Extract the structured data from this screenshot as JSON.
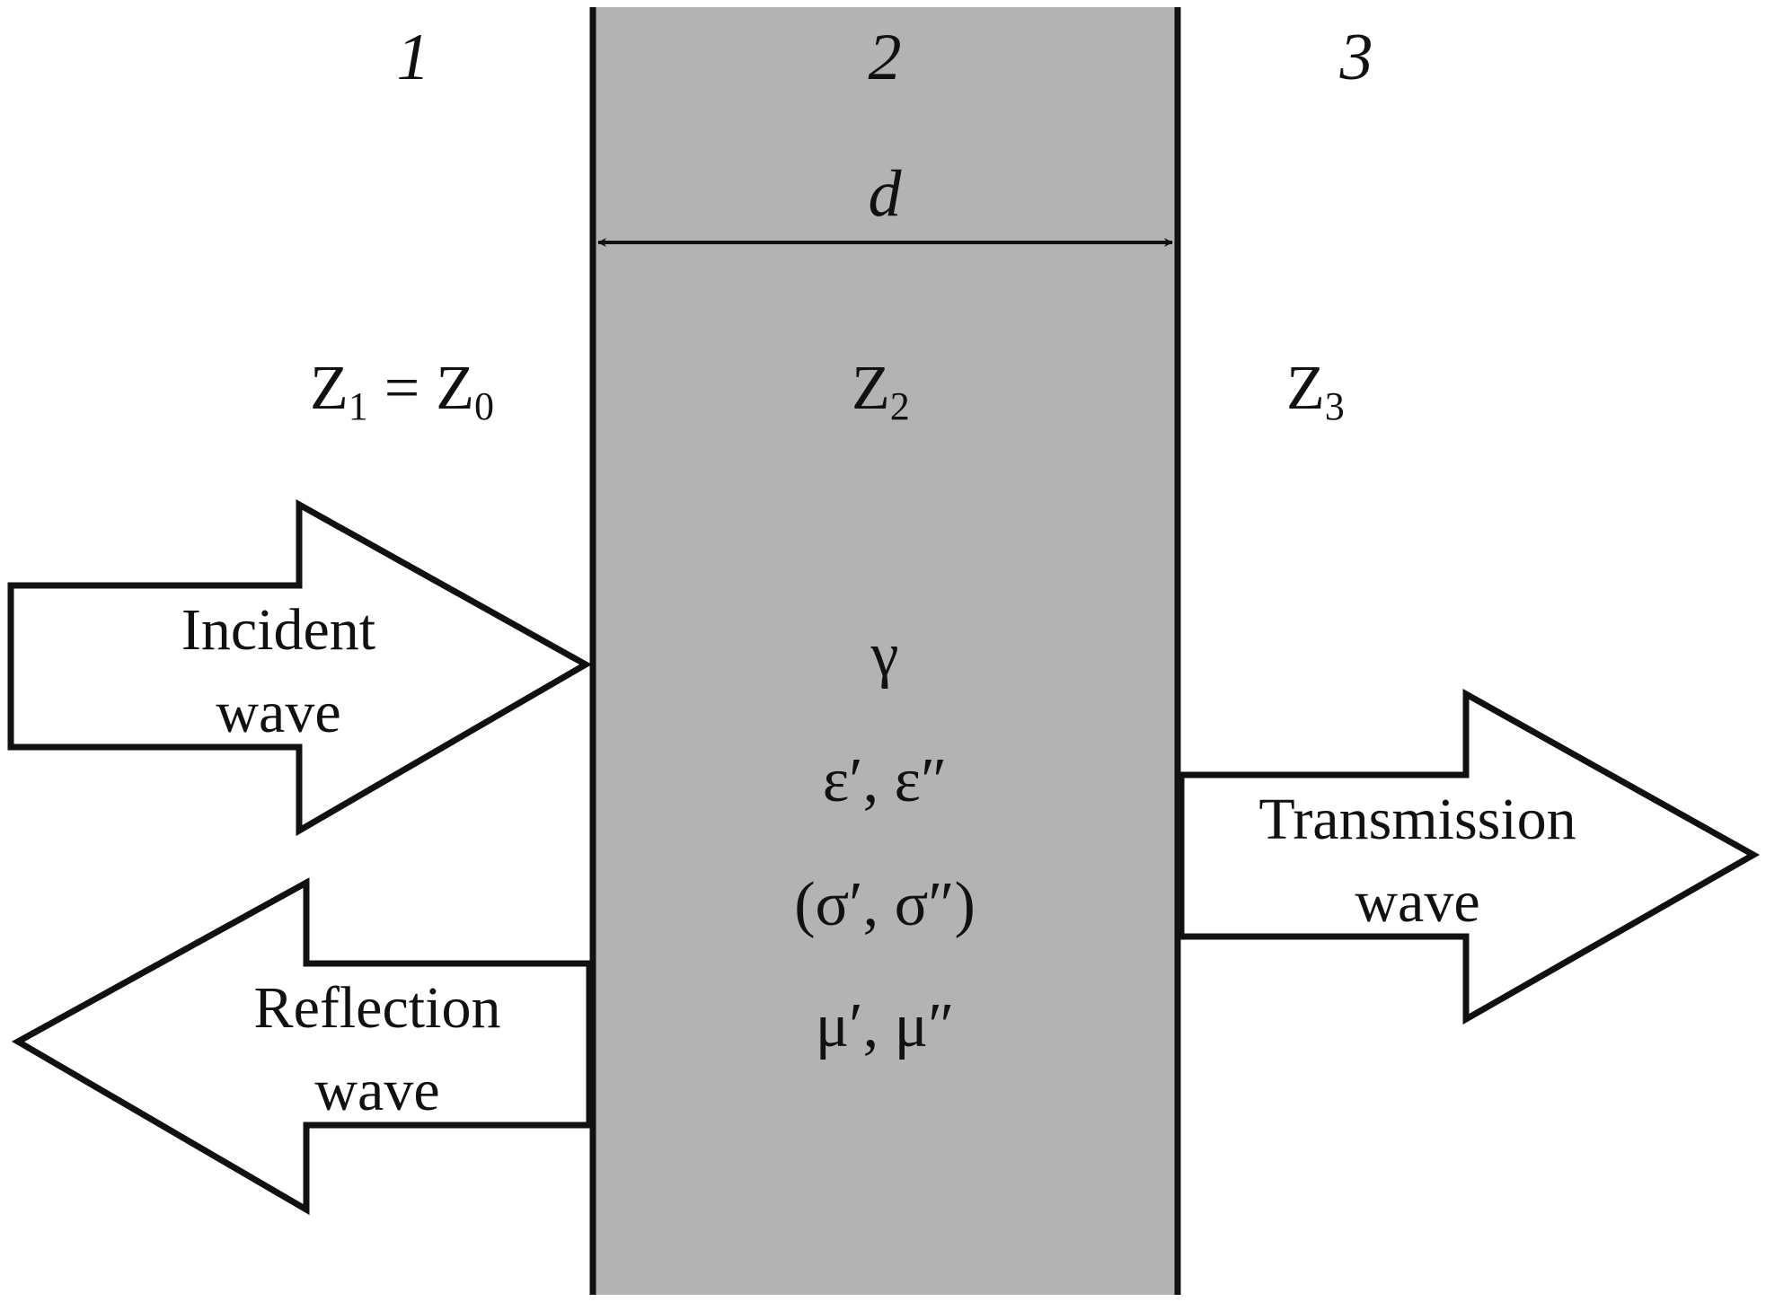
{
  "colors": {
    "background": "#ffffff",
    "slab_fill": "#b3b3b3",
    "stroke": "#111111",
    "arrow_fill": "#ffffff"
  },
  "regions": {
    "region1_number": "1",
    "region2_number": "2",
    "region3_number": "3"
  },
  "thickness": {
    "symbol": "d"
  },
  "impedances": {
    "z1_letter": "Z",
    "z1_sub": "1",
    "equals": "=",
    "z0_letter": "Z",
    "z0_sub": "0",
    "z2_letter": "Z",
    "z2_sub": "2",
    "z3_letter": "Z",
    "z3_sub": "3"
  },
  "slab_properties": {
    "gamma": "γ",
    "permittivity": "ε′, ε″",
    "conductivity": "(σ′, σ″)",
    "permeability": "μ′, μ″"
  },
  "waves": {
    "incident_line1": "Incident",
    "incident_line2": "wave",
    "reflection_line1": "Reflection",
    "reflection_line2": "wave",
    "transmission_line1": "Transmission",
    "transmission_line2": "wave"
  }
}
